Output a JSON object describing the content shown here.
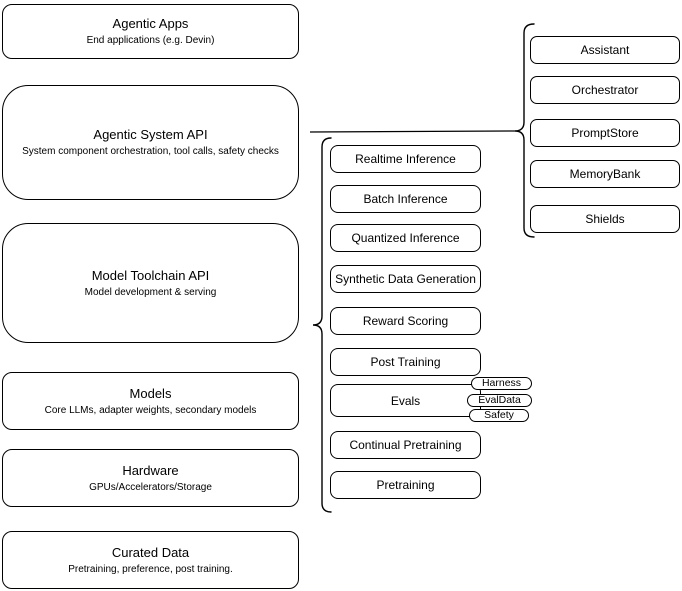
{
  "diagram": {
    "left_stack": [
      {
        "title": "Agentic Apps",
        "subtitle": "End applications (e.g. Devin)"
      },
      {
        "title": "Agentic System API",
        "subtitle": "System component orchestration, tool calls, safety checks"
      },
      {
        "title": "Model Toolchain API",
        "subtitle": "Model development & serving"
      },
      {
        "title": "Models",
        "subtitle": "Core LLMs, adapter weights, secondary models"
      },
      {
        "title": "Hardware",
        "subtitle": "GPUs/Accelerators/Storage"
      },
      {
        "title": "Curated Data",
        "subtitle": "Pretraining, preference, post training."
      }
    ],
    "toolchain_services": [
      "Realtime Inference",
      "Batch Inference",
      "Quantized Inference",
      "Synthetic Data Generation",
      "Reward Scoring",
      "Post Training",
      "Evals",
      "Continual Pretraining",
      "Pretraining"
    ],
    "eval_components": [
      "Harness",
      "EvalData",
      "Safety"
    ],
    "system_components": [
      "Assistant",
      "Orchestrator",
      "PromptStore",
      "MemoryBank",
      "Shields"
    ],
    "colors": {
      "stroke": "#000000",
      "fill": "#ffffff",
      "text": "#000000"
    }
  }
}
